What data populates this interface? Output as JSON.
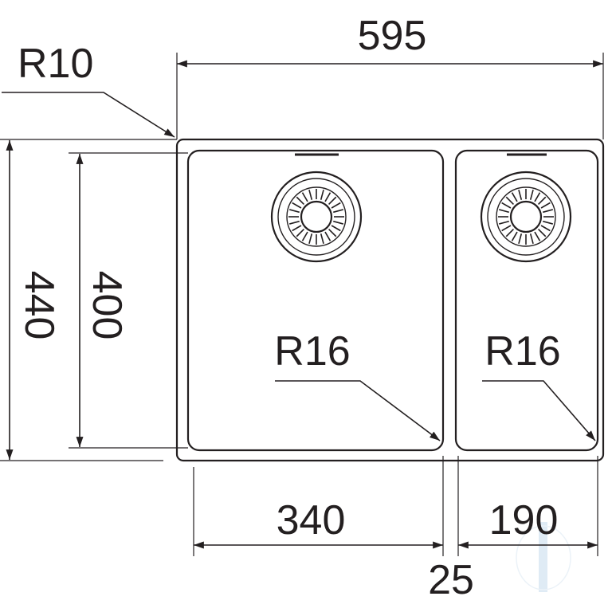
{
  "drawing": {
    "overall_width": "595",
    "outer_radius": "R10",
    "overall_depth": "440",
    "bowl_depth": "400",
    "main_bowl": {
      "width": "340",
      "corner_radius": "R16"
    },
    "small_bowl": {
      "width": "190",
      "corner_radius": "R16"
    },
    "bowl_gap": "25"
  },
  "colors": {
    "line": "#231f20",
    "background": "#ffffff",
    "watermark": "#b9d3ea"
  },
  "icons": {
    "watermark": "watermark-logo"
  }
}
